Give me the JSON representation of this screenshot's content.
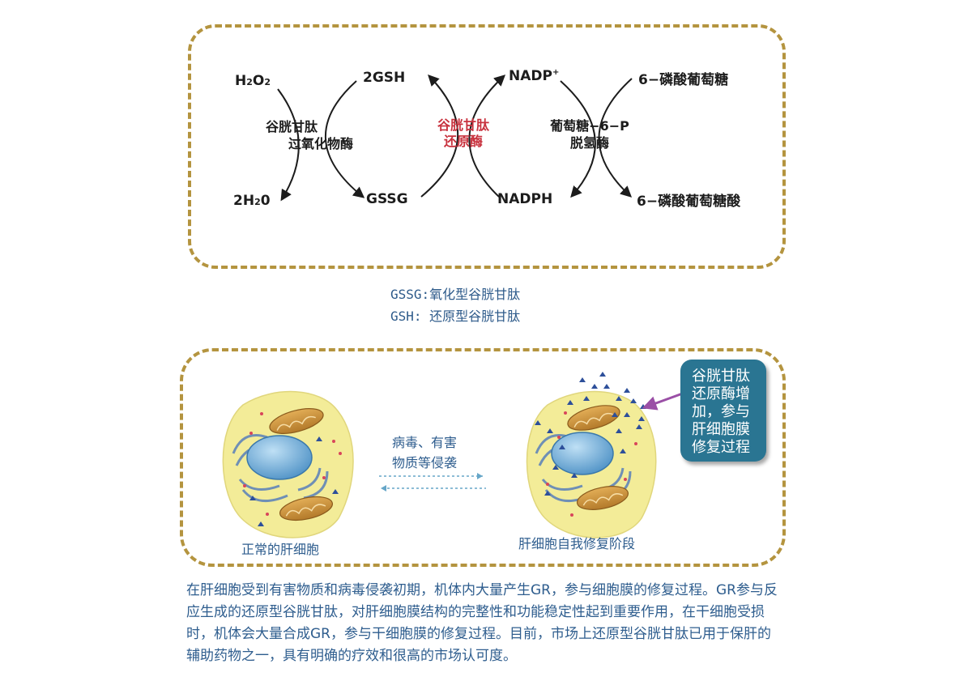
{
  "pathway": {
    "h2o2_main": "H",
    "h2o2_sub1": "2",
    "h2o2_mid": "O",
    "h2o2_sub2": "2",
    "h2o_pre": "2H",
    "h2o_sub": "2",
    "h2o_post": "0",
    "gsh": "2GSH",
    "gssg": "GSSG",
    "nadp_main": "NADP",
    "nadp_sup": "+",
    "nadph": "NADPH",
    "g6p_sugar": "6−磷酸葡萄糖",
    "g6p_acid": "6−磷酸葡萄糖酸",
    "enzyme_gpx_line1": "谷胱甘肽",
    "enzyme_gpx_line2": "过氧化物酶",
    "enzyme_gr_line1": "谷胱甘肽",
    "enzyme_gr_line2": "还原酶",
    "enzyme_g6pd_line1": "葡萄糖−6−P",
    "enzyme_g6pd_line2": "脱氢酶"
  },
  "legend": {
    "gssg": "GSSG:氧化型谷胱甘肽",
    "gsh": "GSH: 还原型谷胱甘肽"
  },
  "cells": {
    "arrow_label_line1": "病毒、有害",
    "arrow_label_line2": "物质等侵袭",
    "normal_caption": "正常的肝细胞",
    "repair_caption": "肝细胞自我修复阶段",
    "callout_lines": [
      "谷胱甘肽",
      "还原酶增",
      "加，参与",
      "肝细胞膜",
      "修复过程"
    ]
  },
  "paragraph": "在肝细胞受到有害物质和病毒侵袭初期，机体内大量产生GR，参与细胞膜的修复过程。GR参与反应生成的还原型谷胱甘肽，对肝细胞膜结构的完整性和功能稳定性起到重要作用，在干细胞受损时，机体会大量合成GR，参与干细胞膜的修复过程。目前，市场上还原型谷胱甘肽已用于保肝的辅助药物之一，具有明确的疗效和很高的市场认可度。",
  "colors": {
    "border": "#b4943f",
    "enzyme_red": "#c8323e",
    "text_blue": "#2e5d8e",
    "callout_bg": "#2a7592",
    "cell_fill": "#f3ec98",
    "mito": "#c9923a",
    "nucleus": "#5b9fcf",
    "callout_arrow": "#9a4fa6"
  }
}
